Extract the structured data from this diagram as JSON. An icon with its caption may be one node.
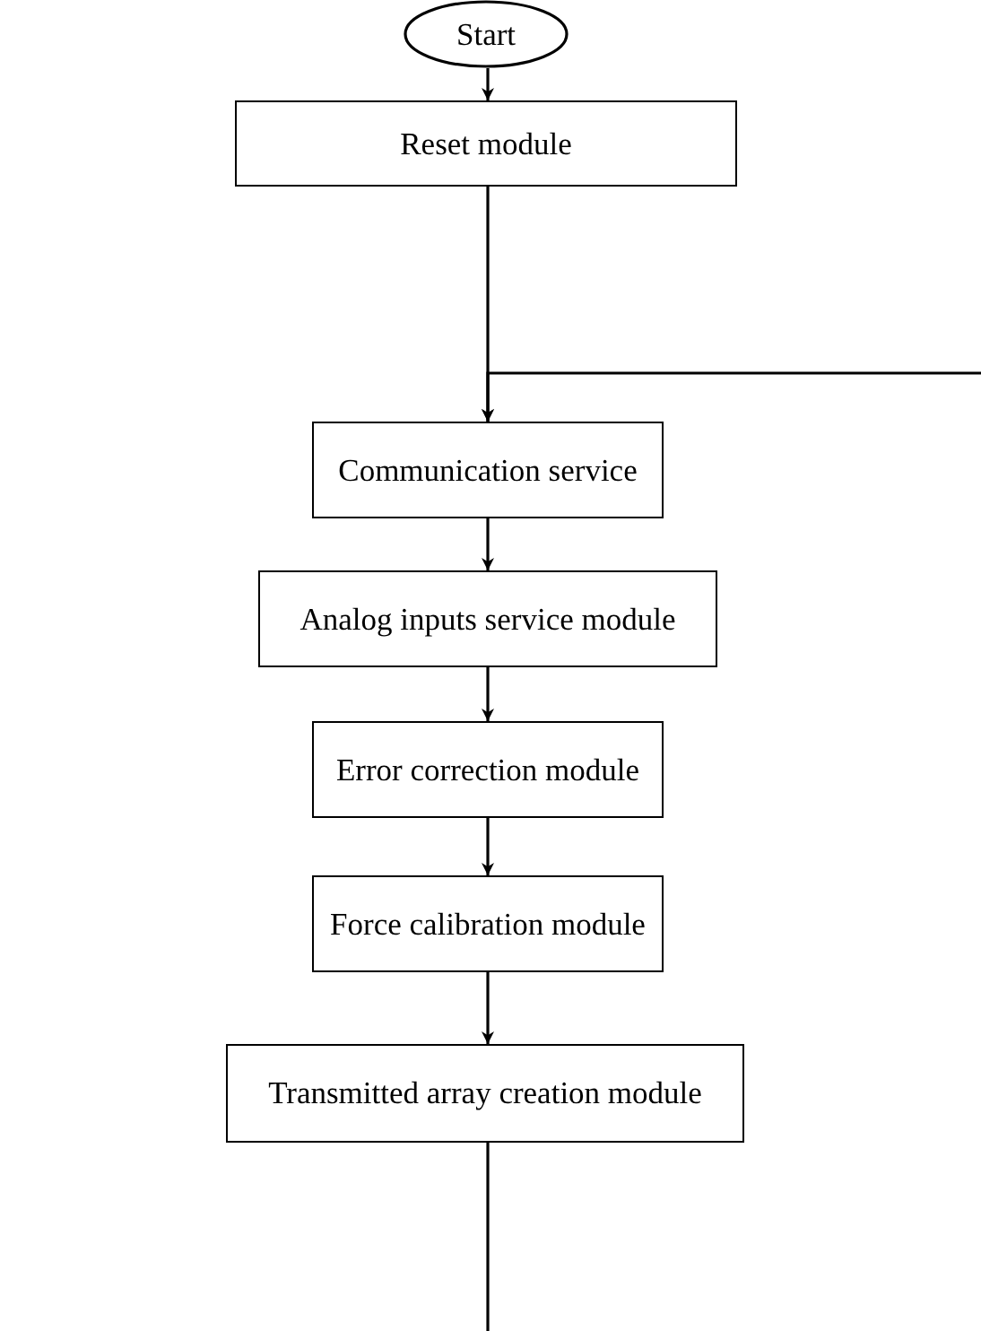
{
  "diagram": {
    "nodes": [
      {
        "text": [
          "Start"
        ]
      },
      {
        "text": [
          "Reset module"
        ]
      },
      {
        "text": [
          "Communication service"
        ]
      },
      {
        "text": [
          "Analog inputs service module"
        ]
      },
      {
        "text": [
          "Error correction module"
        ]
      },
      {
        "text": [
          "Force calibration module"
        ]
      },
      {
        "text": [
          "Transmitted array creation module"
        ]
      }
    ],
    "edges": [
      {
        "from": 0,
        "to": 1,
        "arrow": "to"
      },
      {
        "from": 1,
        "to": 2,
        "arrow": "to"
      },
      {
        "from": null,
        "to": 2,
        "arrow": "to"
      },
      {
        "from": 2,
        "to": 3,
        "arrow": "to"
      },
      {
        "from": 3,
        "to": 4,
        "arrow": "to"
      },
      {
        "from": 4,
        "to": 5,
        "arrow": "to"
      },
      {
        "from": 5,
        "to": 6,
        "arrow": "to"
      },
      {
        "from": 6,
        "to": null,
        "arrow": "none"
      }
    ]
  }
}
